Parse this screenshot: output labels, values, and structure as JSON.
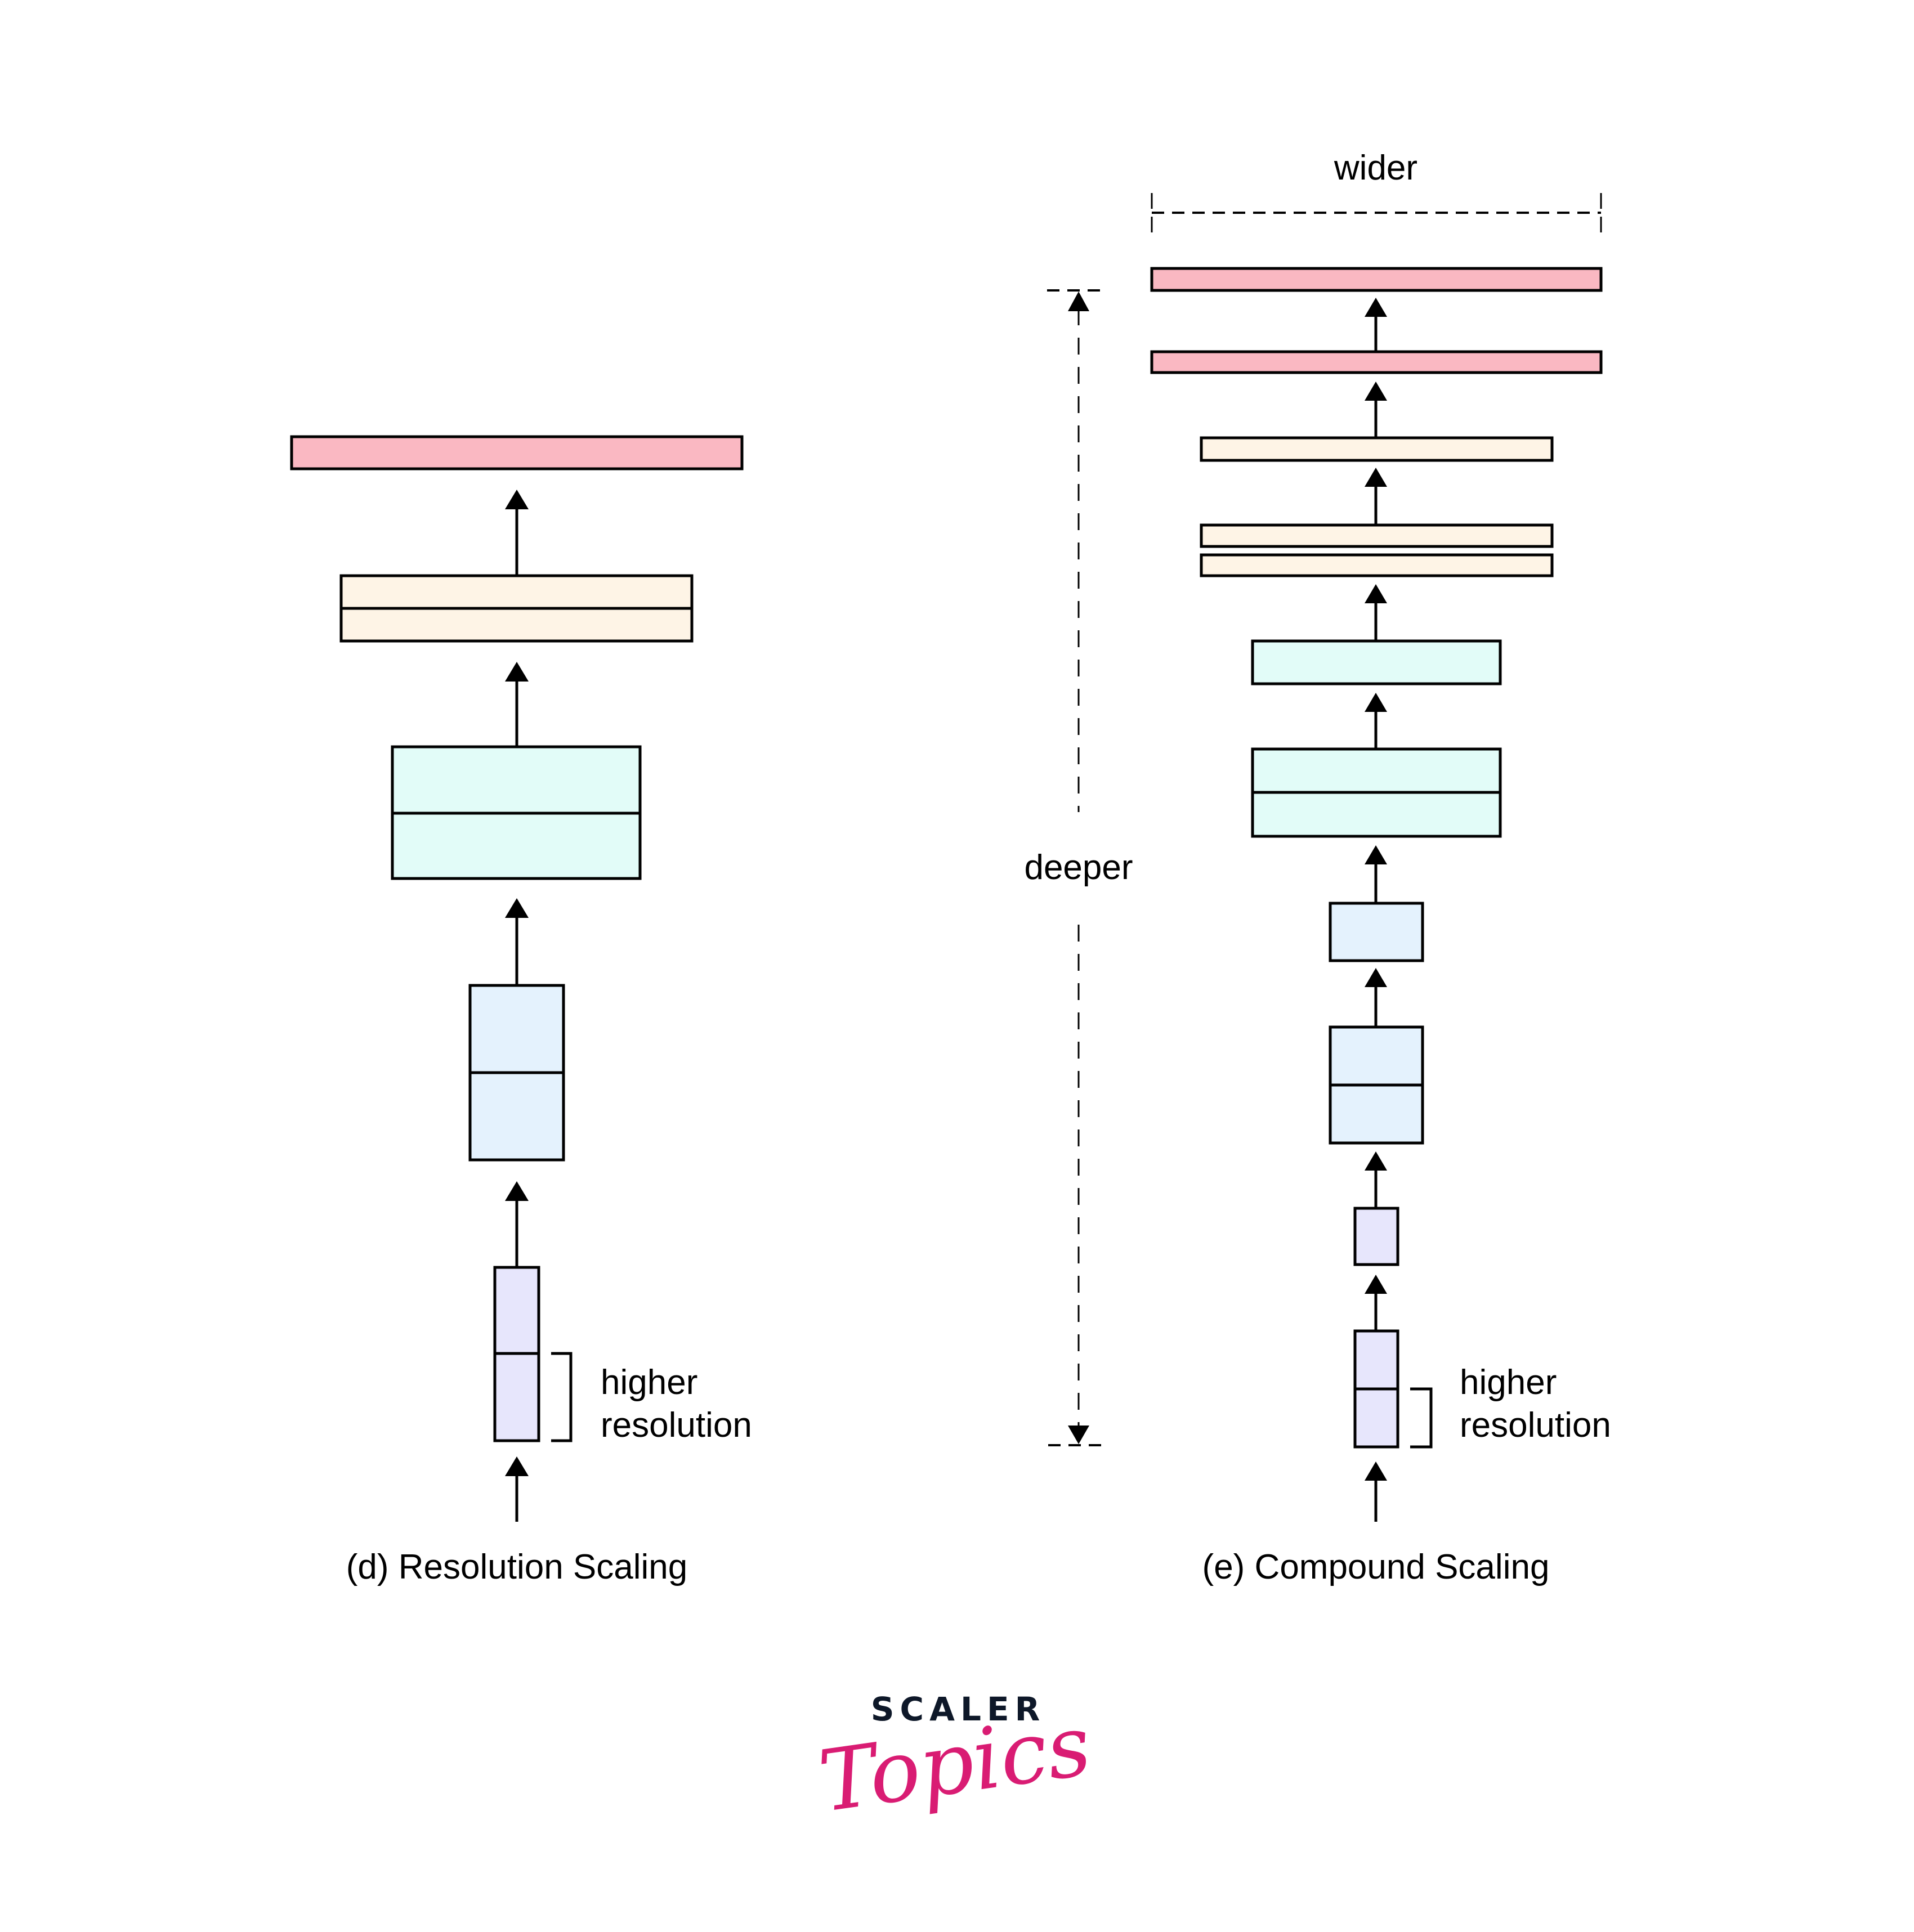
{
  "colors": {
    "pink": "#fab8c2",
    "cream": "#fef4e6",
    "cyan": "#e2fcf8",
    "lightblue": "#e4f2fd",
    "lavender": "#e7e6fc",
    "stroke": "#000000",
    "logo_dark": "#0e1829",
    "logo_pink": "#d91c73"
  },
  "panels": [
    {
      "id": "d",
      "caption": "(d) Resolution Scaling",
      "annotation_line1": "higher",
      "annotation_line2": "resolution",
      "stack_bottom_to_top": [
        {
          "stage": "stem",
          "color": "lavender",
          "sublayers": 2
        },
        {
          "stage": "stage-2",
          "color": "lightblue",
          "sublayers": 2
        },
        {
          "stage": "stage-3",
          "color": "cyan",
          "sublayers": 2
        },
        {
          "stage": "stage-4",
          "color": "cream",
          "sublayers": 2
        },
        {
          "stage": "head",
          "color": "pink",
          "sublayers": 1
        }
      ]
    },
    {
      "id": "e",
      "caption": "(e) Compound Scaling",
      "annotation_line1": "higher",
      "annotation_line2": "resolution",
      "width_label": "wider",
      "depth_label": "deeper",
      "stack_bottom_to_top": [
        {
          "stage": "stem",
          "color": "lavender",
          "sublayers": 2
        },
        {
          "stage": "stem-b",
          "color": "lavender",
          "sublayers": 1
        },
        {
          "stage": "stage-2",
          "color": "lightblue",
          "sublayers": 2
        },
        {
          "stage": "stage-2b",
          "color": "lightblue",
          "sublayers": 1
        },
        {
          "stage": "stage-3",
          "color": "cyan",
          "sublayers": 2
        },
        {
          "stage": "stage-3b",
          "color": "cyan",
          "sublayers": 1
        },
        {
          "stage": "stage-4",
          "color": "cream",
          "sublayers": 2
        },
        {
          "stage": "stage-4b",
          "color": "cream",
          "sublayers": 1
        },
        {
          "stage": "head",
          "color": "pink",
          "sublayers": 1
        },
        {
          "stage": "head-b",
          "color": "pink",
          "sublayers": 1
        }
      ]
    }
  ],
  "logo": {
    "line1": "SCALER",
    "line2": "Topics"
  }
}
